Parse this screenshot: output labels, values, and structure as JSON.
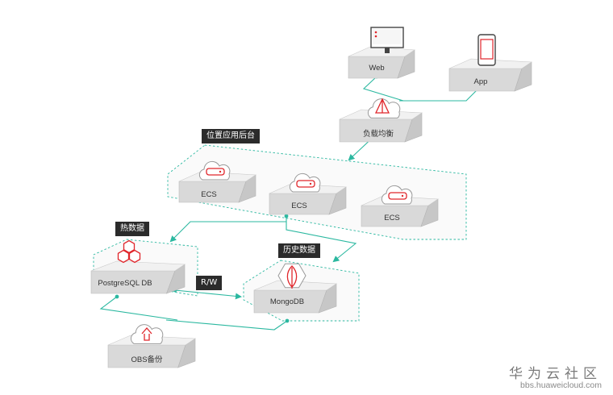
{
  "colors": {
    "connector": "#2bb8a0",
    "icon_accent": "#e0262b",
    "box_top": "#f1f1f1",
    "box_left": "#d9d9d9",
    "box_right": "#c7c7c7",
    "group_fill": "#fafafa",
    "tag_bg": "#2b2b2b"
  },
  "nodes": {
    "web": {
      "label": "Web",
      "icon": "monitor-icon"
    },
    "app": {
      "label": "App",
      "icon": "phone-icon"
    },
    "lb": {
      "label": "负载均衡",
      "icon": "load-balancer-icon"
    },
    "ecs1": {
      "label": "ECS",
      "icon": "cloud-server-icon"
    },
    "ecs2": {
      "label": "ECS",
      "icon": "cloud-server-icon"
    },
    "ecs3": {
      "label": "ECS",
      "icon": "cloud-server-icon"
    },
    "postgres": {
      "label": "PostgreSQL DB",
      "icon": "hexagon-cluster-icon"
    },
    "mongo": {
      "label": "MongoDB",
      "icon": "leaf-icon"
    },
    "obs": {
      "label": "OBS备份",
      "icon": "cloud-upload-icon"
    }
  },
  "groups": {
    "backend": {
      "label": "位置应用后台"
    },
    "hot": {
      "label": "热数据"
    },
    "history": {
      "label": "历史数据"
    }
  },
  "edges": {
    "rw_label": "R/W"
  },
  "watermark": {
    "title": "华为云社区",
    "url": "bbs.huaweicloud.com"
  }
}
